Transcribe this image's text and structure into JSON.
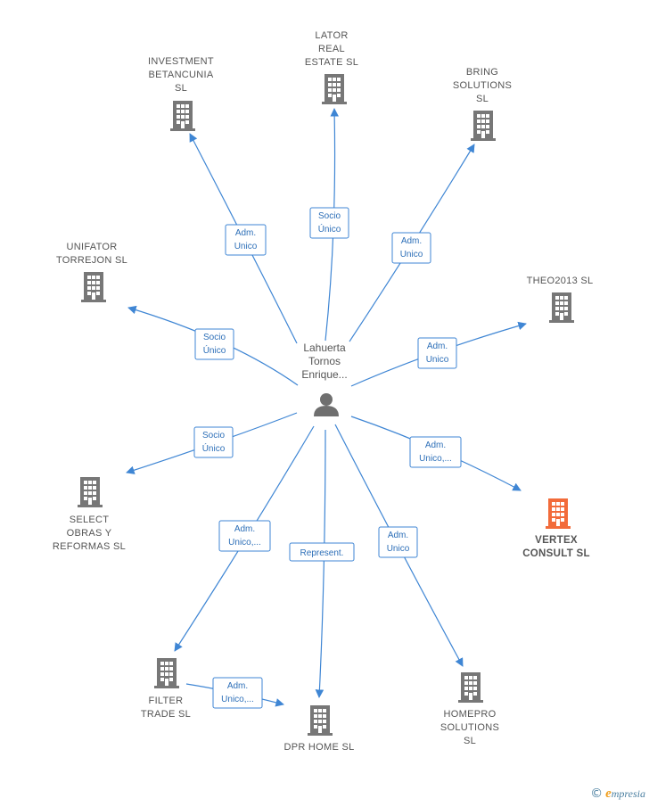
{
  "colors": {
    "edge": "#3f86d4",
    "building": "#777777",
    "highlight": "#f26b3a",
    "person": "#6f6f6f"
  },
  "center": {
    "lines": [
      "Lahuerta",
      "Tornos",
      "Enrique..."
    ],
    "icon": "person-icon"
  },
  "nodes": [
    {
      "id": "investment-betancunia",
      "lines": [
        "INVESTMENT",
        "BETANCUNIA",
        "SL"
      ],
      "highlight": false
    },
    {
      "id": "lator-real-estate",
      "lines": [
        "LATOR",
        "REAL",
        "ESTATE  SL"
      ],
      "highlight": false
    },
    {
      "id": "bring-solutions",
      "lines": [
        "BRING",
        "SOLUTIONS",
        "SL"
      ],
      "highlight": false
    },
    {
      "id": "unifator-torrejon",
      "lines": [
        "UNIFATOR",
        "TORREJON  SL"
      ],
      "highlight": false
    },
    {
      "id": "theo2013",
      "lines": [
        "THEO2013  SL"
      ],
      "highlight": false
    },
    {
      "id": "select-obras",
      "lines": [
        "SELECT",
        "OBRAS Y",
        "REFORMAS  SL"
      ],
      "highlight": false
    },
    {
      "id": "vertex-consult",
      "lines": [
        "VERTEX",
        "CONSULT  SL"
      ],
      "highlight": true
    },
    {
      "id": "filter-trade",
      "lines": [
        "FILTER",
        "TRADE  SL"
      ],
      "highlight": false
    },
    {
      "id": "dpr-home",
      "lines": [
        "DPR HOME  SL"
      ],
      "highlight": false
    },
    {
      "id": "homepro-solutions",
      "lines": [
        "HOMEPRO",
        "SOLUTIONS",
        "SL"
      ],
      "highlight": false
    }
  ],
  "edges": [
    {
      "id": "to-investment",
      "label": [
        "Adm.",
        "Unico"
      ]
    },
    {
      "id": "to-lator",
      "label": [
        "Socio",
        "Único"
      ]
    },
    {
      "id": "to-bring",
      "label": [
        "Adm.",
        "Unico"
      ]
    },
    {
      "id": "to-unifator",
      "label": [
        "Socio",
        "Único"
      ]
    },
    {
      "id": "to-theo",
      "label": [
        "Adm.",
        "Unico"
      ]
    },
    {
      "id": "to-select",
      "label": [
        "Socio",
        "Único"
      ]
    },
    {
      "id": "to-vertex",
      "label": [
        "Adm.",
        "Unico,..."
      ]
    },
    {
      "id": "to-filter",
      "label": [
        "Adm.",
        "Unico,..."
      ]
    },
    {
      "id": "to-dpr",
      "label": [
        "Represent."
      ]
    },
    {
      "id": "to-homepro",
      "label": [
        "Adm.",
        "Unico"
      ]
    },
    {
      "id": "filter-to-dpr",
      "label": [
        "Adm.",
        "Unico,..."
      ]
    }
  ],
  "footer": {
    "copyright": "©",
    "brand_initial": "e",
    "brand_rest": "mpresia"
  }
}
